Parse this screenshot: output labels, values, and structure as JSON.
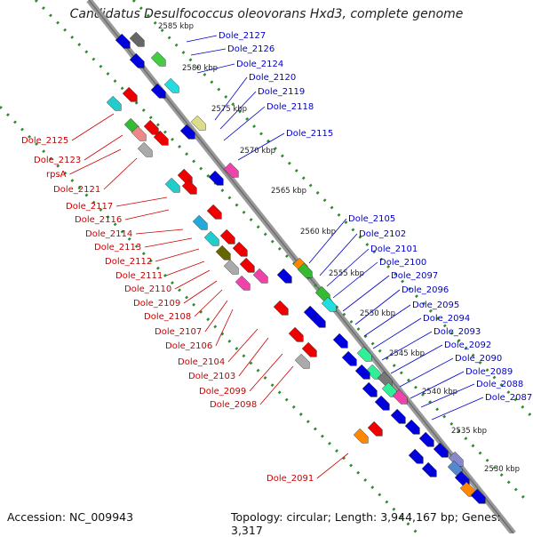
{
  "title": "Candidatus Desulfococcus oleovorans Hxd3, complete genome",
  "accession": "Accession: NC_009943",
  "summary": "Topology: circular; Length: 3,944,167 bp; Genes: 3,317",
  "colors": {
    "backbone": "#8c8c8c",
    "tick_dots": "#2e8b2e",
    "reverse_strand_label": "#cc0000",
    "forward_strand_label": "#0000cc",
    "kbp_label": "#222222"
  },
  "kbp_ticks": [
    "2585 kbp",
    "2580 kbp",
    "2575 kbp",
    "2570 kbp",
    "2565 kbp",
    "2560 kbp",
    "2555 kbp",
    "2550 kbp",
    "2545 kbp",
    "2540 kbp",
    "2535 kbp",
    "2530 kbp"
  ],
  "forward_labels": [
    "Dole_2127",
    "Dole_2126",
    "Dole_2124",
    "Dole_2120",
    "Dole_2119",
    "Dole_2118",
    "Dole_2115",
    "Dole_2105",
    "Dole_2102",
    "Dole_2101",
    "Dole_2100",
    "Dole_2097",
    "Dole_2096",
    "Dole_2095",
    "Dole_2094",
    "Dole_2093",
    "Dole_2092",
    "Dole_2090",
    "Dole_2089",
    "Dole_2088",
    "Dole_2087"
  ],
  "reverse_labels": [
    "Dole_2125",
    "Dole_2123",
    "rpsA",
    "Dole_2121",
    "Dole_2117",
    "Dole_2116",
    "Dole_2114",
    "Dole_2113",
    "Dole_2112",
    "Dole_2111",
    "Dole_2110",
    "Dole_2109",
    "Dole_2108",
    "Dole_2107",
    "Dole_2106",
    "Dole_2104",
    "Dole_2103",
    "Dole_2099",
    "Dole_2098",
    "Dole_2091"
  ]
}
